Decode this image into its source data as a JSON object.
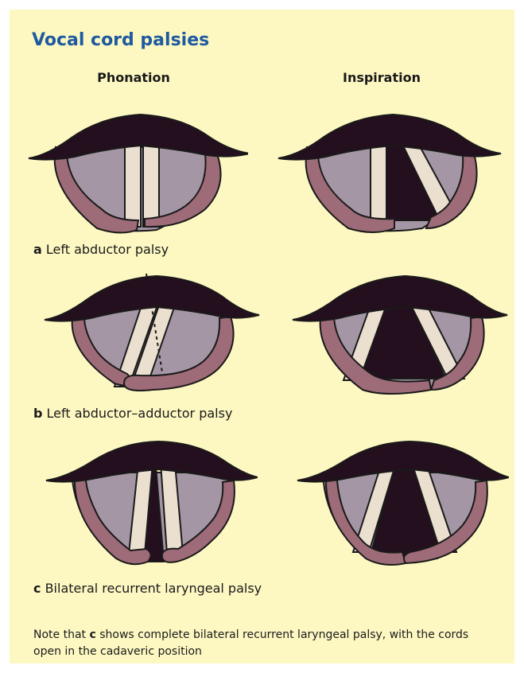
{
  "title": "Vocal cord palsies",
  "columns": {
    "left": "Phonation",
    "right": "Inspiration"
  },
  "rows": [
    {
      "letter": "a",
      "caption": " Left abductor palsy"
    },
    {
      "letter": "b",
      "caption": " Left abductor–adductor palsy"
    },
    {
      "letter": "c",
      "caption": " Bilateral recurrent laryngeal palsy"
    }
  ],
  "note": {
    "prefix": "Note that ",
    "letter": "c",
    "suffix": " shows complete bilateral recurrent laryngeal palsy, with the cords open in the cadaveric position"
  },
  "colors": {
    "background": "#fdf8c2",
    "title": "#1f5aa0",
    "epiglottis": "#230f1e",
    "tissue": "#a496a4",
    "arytenoid": "#9e6b78",
    "cord": "#ebdfcf",
    "glottis": "#230f1e"
  }
}
